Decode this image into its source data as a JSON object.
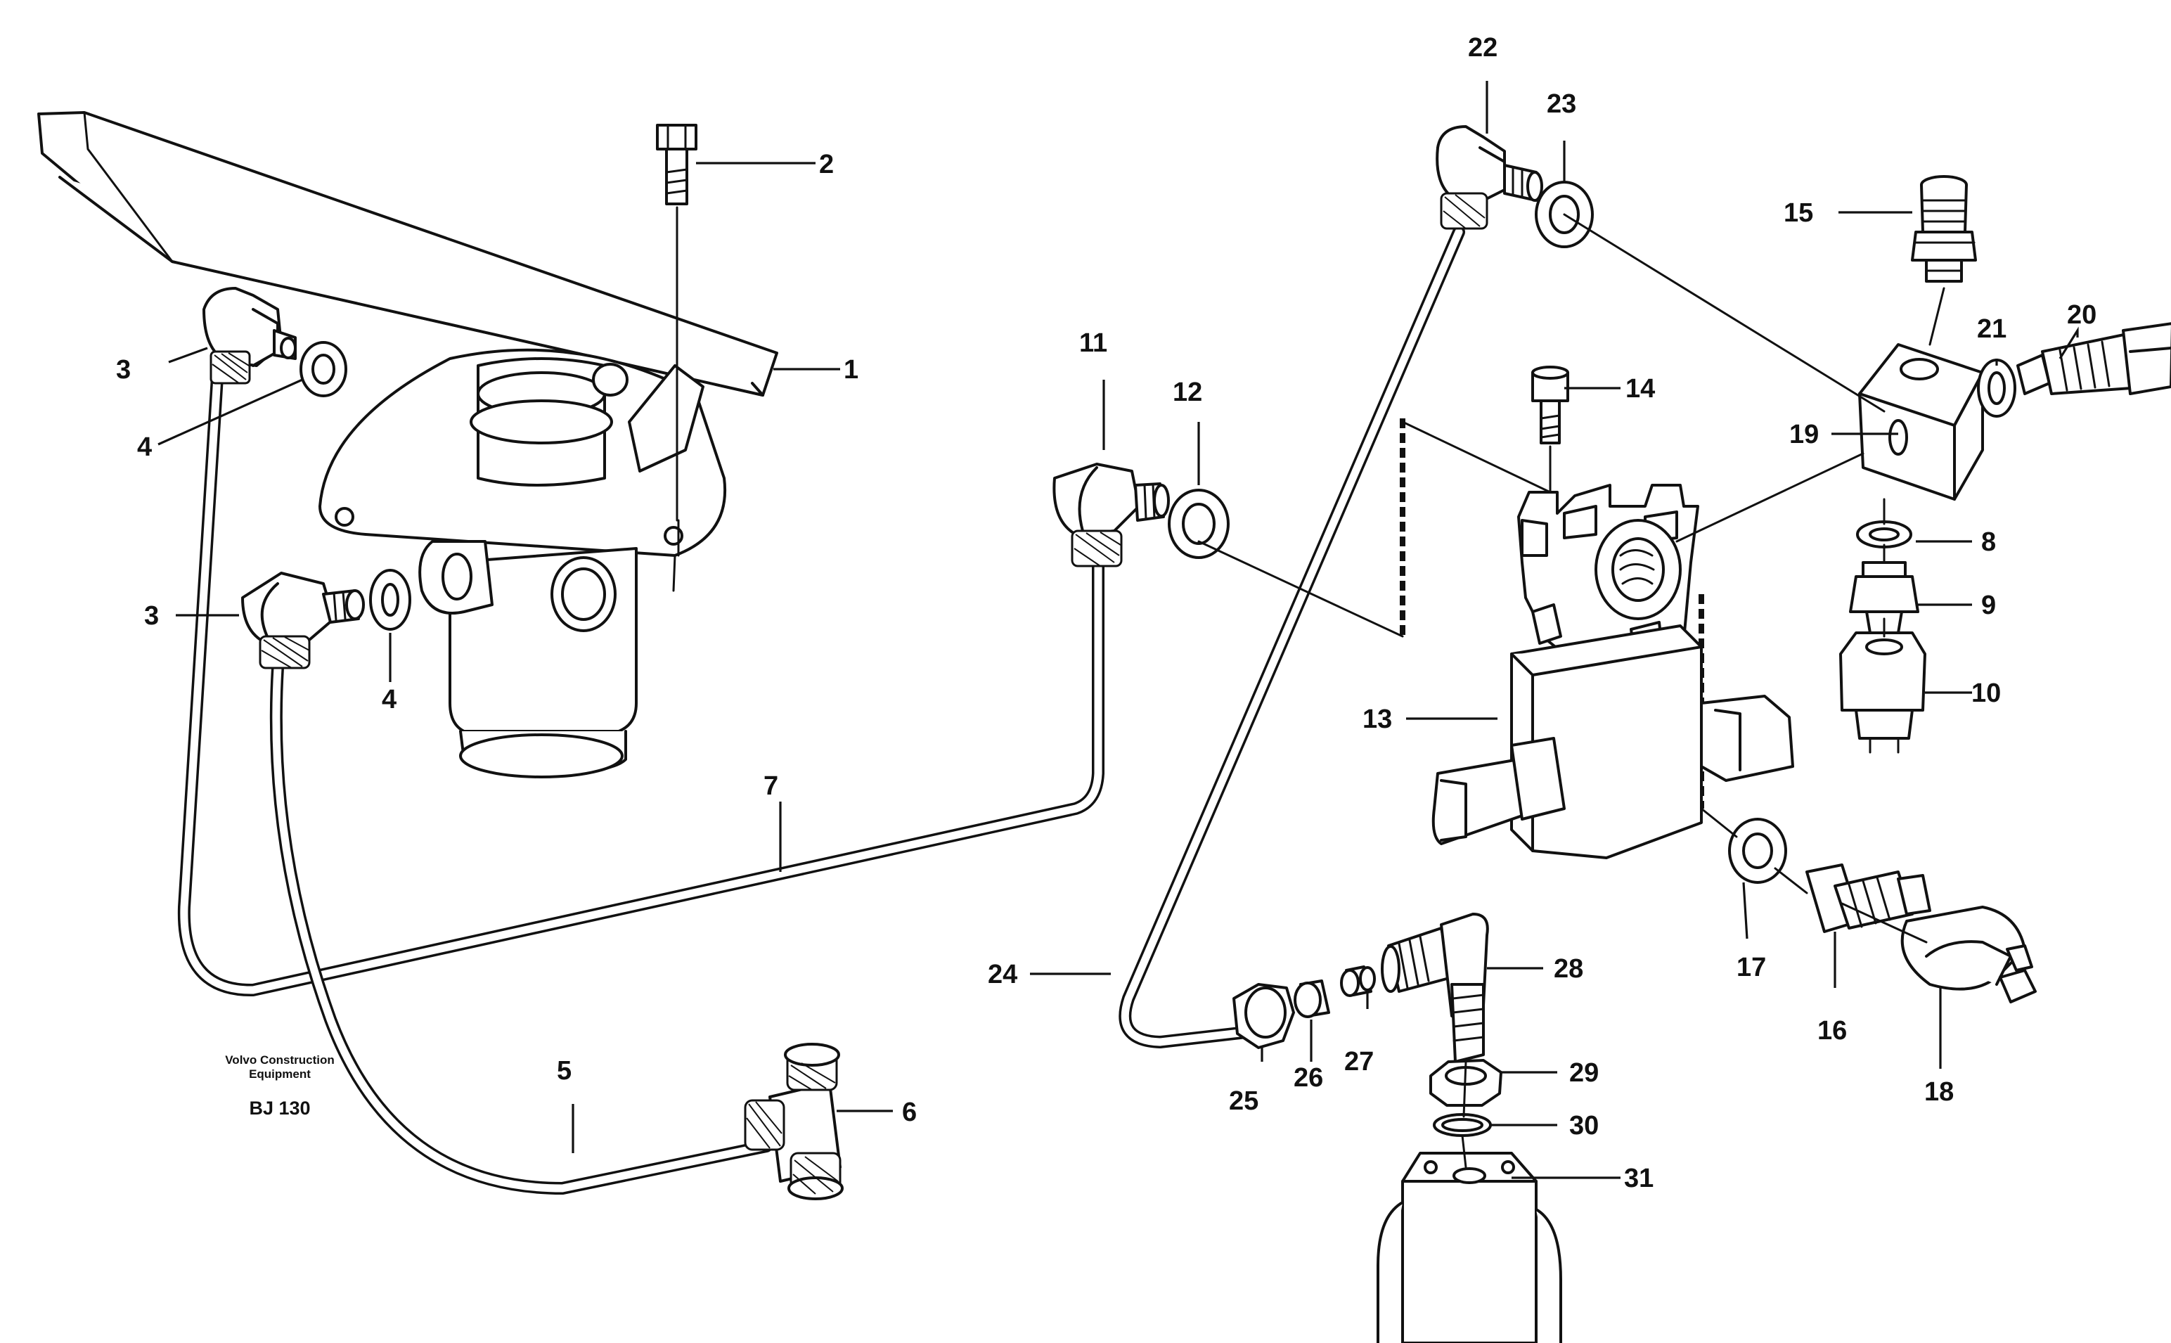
{
  "brand": {
    "line1": "Volvo Construction",
    "line2": "Equipment",
    "drawing_code": "BJ 130"
  },
  "callouts": [
    {
      "id": "1",
      "text": "1"
    },
    {
      "id": "2",
      "text": "2"
    },
    {
      "id": "3a",
      "text": "3"
    },
    {
      "id": "3b",
      "text": "3"
    },
    {
      "id": "4a",
      "text": "4"
    },
    {
      "id": "4b",
      "text": "4"
    },
    {
      "id": "5",
      "text": "5"
    },
    {
      "id": "6",
      "text": "6"
    },
    {
      "id": "7",
      "text": "7"
    },
    {
      "id": "8",
      "text": "8"
    },
    {
      "id": "9",
      "text": "9"
    },
    {
      "id": "10",
      "text": "10"
    },
    {
      "id": "11",
      "text": "11"
    },
    {
      "id": "12",
      "text": "12"
    },
    {
      "id": "13",
      "text": "13"
    },
    {
      "id": "14",
      "text": "14"
    },
    {
      "id": "15",
      "text": "15"
    },
    {
      "id": "16",
      "text": "16"
    },
    {
      "id": "17",
      "text": "17"
    },
    {
      "id": "18",
      "text": "18"
    },
    {
      "id": "19",
      "text": "19"
    },
    {
      "id": "20",
      "text": "20"
    },
    {
      "id": "21",
      "text": "21"
    },
    {
      "id": "22",
      "text": "22"
    },
    {
      "id": "23",
      "text": "23"
    },
    {
      "id": "24",
      "text": "24"
    },
    {
      "id": "25",
      "text": "25"
    },
    {
      "id": "26",
      "text": "26"
    },
    {
      "id": "27",
      "text": "27"
    },
    {
      "id": "28",
      "text": "28"
    },
    {
      "id": "29",
      "text": "29"
    },
    {
      "id": "30",
      "text": "30"
    },
    {
      "id": "31",
      "text": "31"
    }
  ]
}
